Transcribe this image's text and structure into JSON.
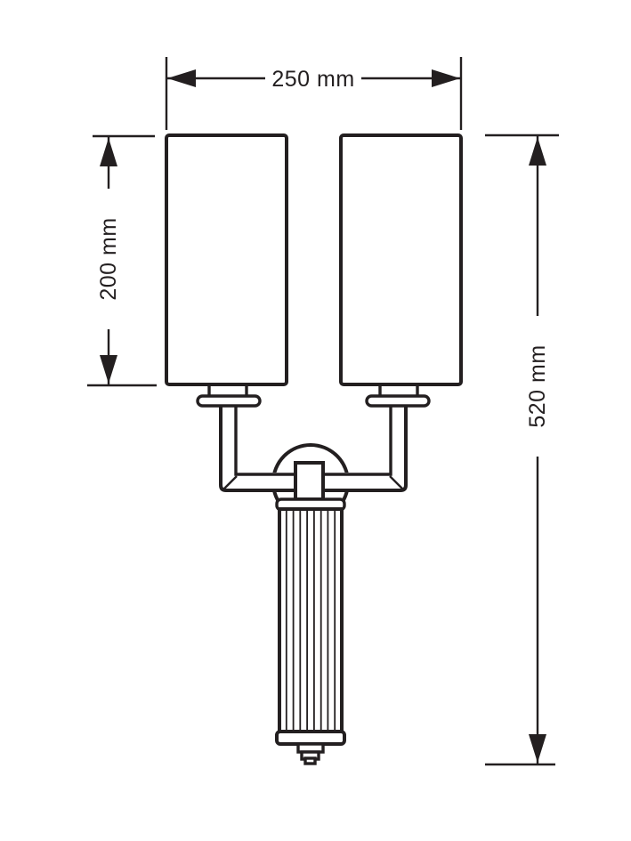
{
  "drawing": {
    "dimensions": {
      "width": {
        "label": "250 mm"
      },
      "shade_height": {
        "label": "200 mm"
      },
      "total_height": {
        "label": "520 mm"
      }
    },
    "colors": {
      "line": "#231f20",
      "background": "#ffffff"
    }
  }
}
